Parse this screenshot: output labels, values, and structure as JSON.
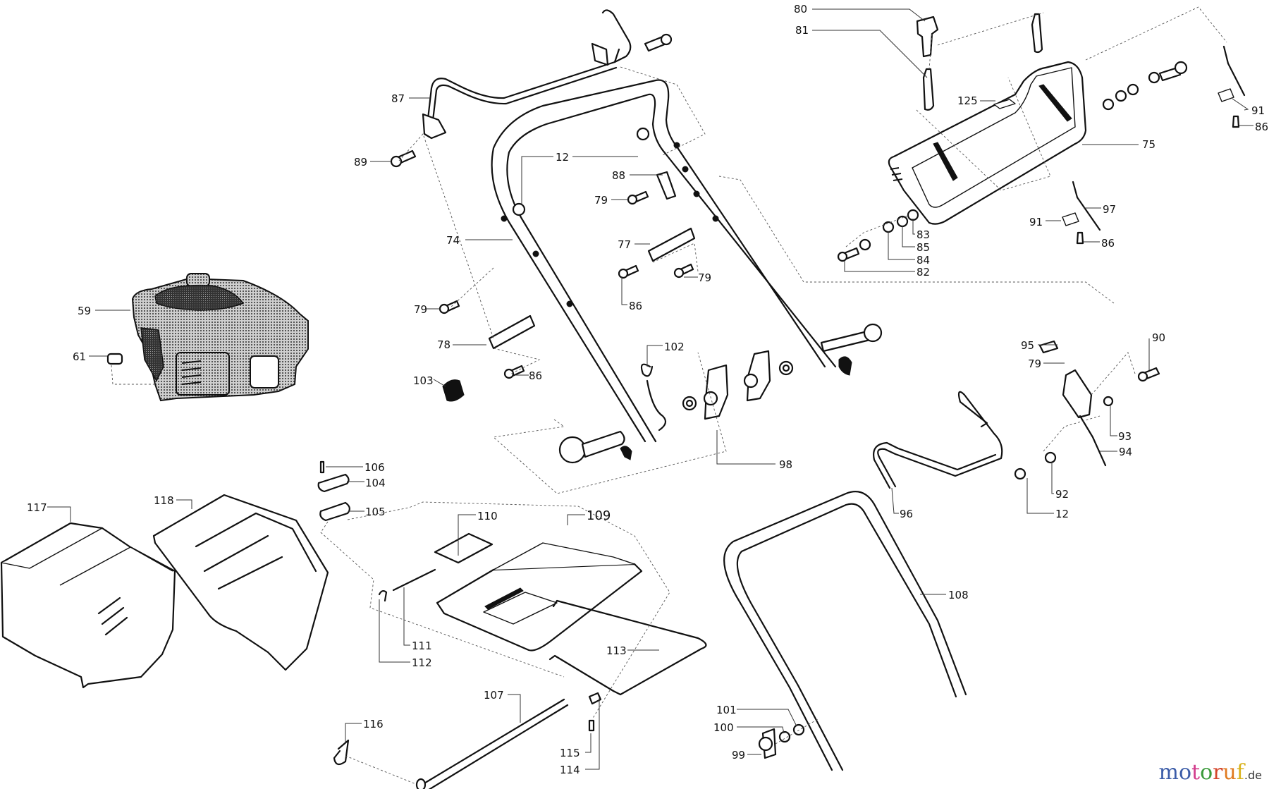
{
  "diagram": {
    "type": "exploded-parts-diagram",
    "subject": "lawn mower handle, engine and grass catcher assembly",
    "callouts": [
      {
        "id": "80",
        "part": "lever knob"
      },
      {
        "id": "81",
        "part": "lever"
      },
      {
        "id": "125",
        "part": "label"
      },
      {
        "id": "75",
        "part": "control cover"
      },
      {
        "id": "91a",
        "text": "91",
        "part": "cable clamp"
      },
      {
        "id": "86a",
        "text": "86",
        "part": "screw"
      },
      {
        "id": "97",
        "part": "cable"
      },
      {
        "id": "91b",
        "text": "91",
        "part": "cable clamp"
      },
      {
        "id": "86b",
        "text": "86",
        "part": "screw"
      },
      {
        "id": "83",
        "part": "nut"
      },
      {
        "id": "85",
        "part": "washer"
      },
      {
        "id": "84",
        "part": "washer"
      },
      {
        "id": "82",
        "part": "bolt"
      },
      {
        "id": "87",
        "part": "safety bail"
      },
      {
        "id": "89",
        "part": "bolt"
      },
      {
        "id": "12a",
        "text": "12",
        "part": "nut"
      },
      {
        "id": "88",
        "part": "bracket"
      },
      {
        "id": "79a",
        "text": "79",
        "part": "screw"
      },
      {
        "id": "74",
        "part": "upper handle"
      },
      {
        "id": "77",
        "part": "cable guide"
      },
      {
        "id": "79b",
        "text": "79",
        "part": "screw"
      },
      {
        "id": "86c",
        "text": "86",
        "part": "screw"
      },
      {
        "id": "79c",
        "text": "79",
        "part": "screw"
      },
      {
        "id": "78",
        "part": "cable guide"
      },
      {
        "id": "86d",
        "text": "86",
        "part": "screw"
      },
      {
        "id": "102",
        "part": "spring clip"
      },
      {
        "id": "103",
        "part": "cable grommet"
      },
      {
        "id": "59",
        "part": "engine"
      },
      {
        "id": "61",
        "part": "nut"
      },
      {
        "id": "98",
        "part": "handle fastening kit"
      },
      {
        "id": "95",
        "part": "throttle knob"
      },
      {
        "id": "79d",
        "text": "79",
        "part": "screw"
      },
      {
        "id": "90",
        "part": "screw"
      },
      {
        "id": "93",
        "part": "nut"
      },
      {
        "id": "94",
        "part": "throttle lever"
      },
      {
        "id": "92",
        "part": "washer"
      },
      {
        "id": "12b",
        "text": "12",
        "part": "nut"
      },
      {
        "id": "96",
        "part": "drive bail"
      },
      {
        "id": "106",
        "part": "screw"
      },
      {
        "id": "104",
        "part": "plate"
      },
      {
        "id": "105",
        "part": "clip"
      },
      {
        "id": "117",
        "part": "grass bag"
      },
      {
        "id": "118",
        "part": "grass bag frame"
      },
      {
        "id": "110",
        "part": "flap"
      },
      {
        "id": "109",
        "part": "rear deflector assembly"
      },
      {
        "id": "111",
        "part": "pin"
      },
      {
        "id": "112",
        "part": "spring"
      },
      {
        "id": "113",
        "part": "wire bracket"
      },
      {
        "id": "108",
        "part": "lower handle"
      },
      {
        "id": "107",
        "part": "axle rod"
      },
      {
        "id": "116",
        "part": "torsion spring"
      },
      {
        "id": "115",
        "part": "screw"
      },
      {
        "id": "114",
        "part": "clip"
      },
      {
        "id": "101",
        "part": "washer"
      },
      {
        "id": "100",
        "part": "washer"
      },
      {
        "id": "99",
        "part": "wing knob"
      }
    ]
  },
  "watermark": {
    "letters": [
      "m",
      "o",
      "t",
      "o",
      "r",
      "u",
      "f"
    ],
    "colors": [
      "#3b5ca8",
      "#3b5ca8",
      "#d23c8c",
      "#3a9a3a",
      "#d4452a",
      "#e07a1f",
      "#d9b21b"
    ],
    "tld": ".de"
  }
}
